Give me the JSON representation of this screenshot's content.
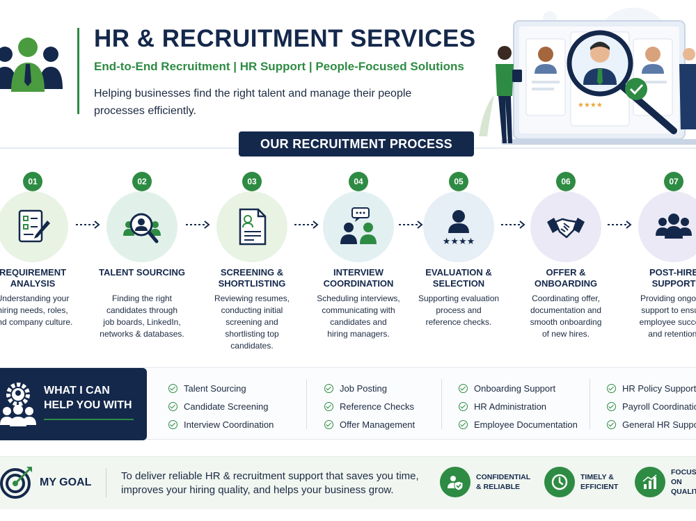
{
  "header": {
    "title": "HR & RECRUITMENT SERVICES",
    "subtitle": "End-to-End Recruitment | HR Support | People-Focused Solutions",
    "intro": "Helping businesses find the right talent and manage their people processes efficiently."
  },
  "process": {
    "heading": "OUR RECRUITMENT PROCESS",
    "steps": [
      {
        "num": "01",
        "title": "REQUIREMENT\nANALYSIS",
        "desc": "Understanding your\nhiring needs, roles,\nand company culture.",
        "icon": "document-pen-icon",
        "bg": "#e8f3e3"
      },
      {
        "num": "02",
        "title": "TALENT SOURCING",
        "desc": "Finding the right\ncandidates through\njob boards, LinkedIn,\nnetworks & databases.",
        "icon": "magnifier-people-icon",
        "bg": "#e1f1ea"
      },
      {
        "num": "03",
        "title": "SCREENING &\nSHORTLISTING",
        "desc": "Reviewing resumes,\nconducting initial\nscreening and\nshortlisting top\ncandidates.",
        "icon": "resume-icon",
        "bg": "#e8f3e3"
      },
      {
        "num": "04",
        "title": "INTERVIEW\nCOORDINATION",
        "desc": "Scheduling interviews,\ncommunicating with\ncandidates and\nhiring managers.",
        "icon": "interview-chat-icon",
        "bg": "#e2f0f2"
      },
      {
        "num": "05",
        "title": "EVALUATION &\nSELECTION",
        "desc": "Supporting evaluation\nprocess and\nreference checks.",
        "icon": "rated-person-icon",
        "bg": "#e6eef6"
      },
      {
        "num": "06",
        "title": "OFFER &\nONBOARDING",
        "desc": "Coordinating offer,\ndocumentation and\nsmooth onboarding\nof new hires.",
        "icon": "handshake-icon",
        "bg": "#ebe9f5"
      },
      {
        "num": "07",
        "title": "POST-HIRE\nSUPPORT",
        "desc": "Providing ongoing\nsupport to ensure\nemployee success\nand retention.",
        "icon": "team-icon",
        "bg": "#ebe9f5"
      }
    ]
  },
  "help": {
    "title": "WHAT I CAN\nHELP YOU WITH",
    "columns": [
      [
        "Talent Sourcing",
        "Candidate Screening",
        "Interview Coordination"
      ],
      [
        "Job Posting",
        "Reference Checks",
        "Offer Management"
      ],
      [
        "Onboarding Support",
        "HR Administration",
        "Employee Documentation"
      ],
      [
        "HR Policy Support",
        "Payroll Coordination",
        "General HR Support"
      ]
    ]
  },
  "goal": {
    "label": "MY GOAL",
    "text": "To deliver reliable HR & recruitment support that saves you time, improves your hiring quality, and helps your business grow.",
    "badges": [
      {
        "label": "CONFIDENTIAL\n& RELIABLE",
        "icon": "shield-person-icon"
      },
      {
        "label": "TIMELY &\nEFFICIENT",
        "icon": "clock-icon"
      },
      {
        "label": "FOCUSED ON\nQUALITY",
        "icon": "growth-chart-icon"
      }
    ]
  },
  "colors": {
    "navy": "#14284b",
    "green": "#2e8b43"
  }
}
